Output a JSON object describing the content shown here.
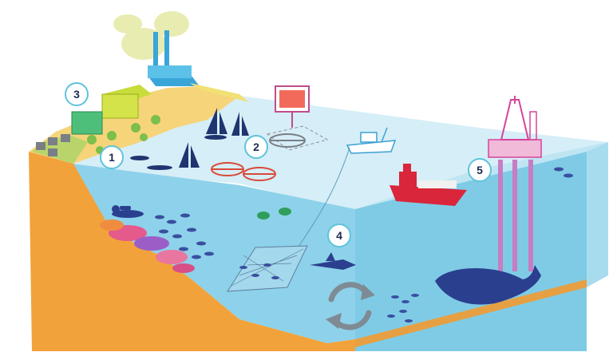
{
  "markers": [
    {
      "id": "1",
      "label": "1"
    },
    {
      "id": "2",
      "label": "2"
    },
    {
      "id": "3",
      "label": "3"
    },
    {
      "id": "4",
      "label": "4"
    },
    {
      "id": "5",
      "label": "5"
    }
  ],
  "colors": {
    "sea_surface": "#d6eef7",
    "water_front": "#8dd2ea",
    "water_deep": "#6cc4e2",
    "land": "#f2a23a",
    "beach": "#f6d47a",
    "fish": "#3a4fa0",
    "whale": "#2b3f8f",
    "ship": "#d9263a",
    "rig": "#d6449a",
    "arrow": "#7e8b94",
    "marker_ring": "#5fc3dc"
  },
  "icons": [
    "factory-icon",
    "hotel-icon",
    "house-icon",
    "sailboat-icon",
    "windmill-icon",
    "fishing-boat-icon",
    "cargo-ship-icon",
    "oil-rig-icon",
    "diver-icon",
    "turtle-icon",
    "shark-icon",
    "fish-icon",
    "whale-icon",
    "fishing-net-icon",
    "cycle-arrows-icon",
    "coral-icon",
    "solar-sign-icon"
  ]
}
